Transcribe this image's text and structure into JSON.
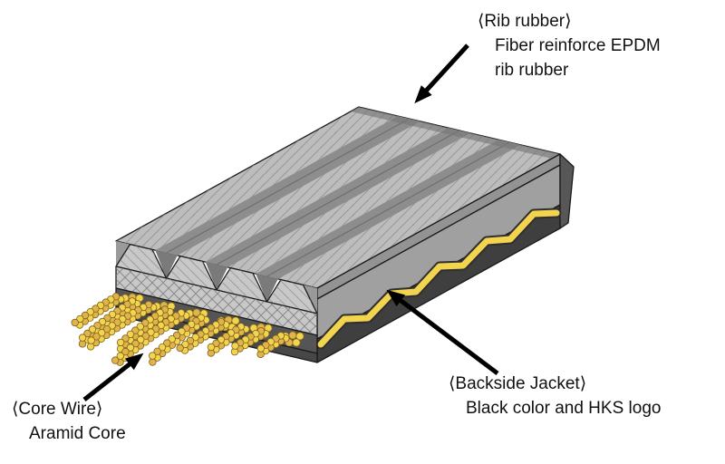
{
  "labels": {
    "rib_rubber": {
      "title": "⟨Rib rubber⟩",
      "lines": [
        "Fiber reinforce EPDM",
        "rib rubber"
      ]
    },
    "core_wire": {
      "title": "⟨Core Wire⟩",
      "lines": [
        "Aramid Core"
      ]
    },
    "backside_jacket": {
      "title": "⟨Backside Jacket⟩",
      "lines": [
        "Black color and HKS logo"
      ]
    }
  },
  "colors": {
    "background": "#ffffff",
    "outline": "#1a1a1a",
    "arrow": "#000000",
    "belt_top": "#bdbdbd",
    "belt_front": "#c8c8c8",
    "belt_side": "#a0a0a0",
    "groove": "#8d8d8d",
    "jacket_black": "#3f3f3f",
    "core_band": "#555555",
    "cord_yellow": "#f2d44e",
    "cord_yellow_dark": "#e0b44a",
    "cord_outline": "#7c621c"
  }
}
